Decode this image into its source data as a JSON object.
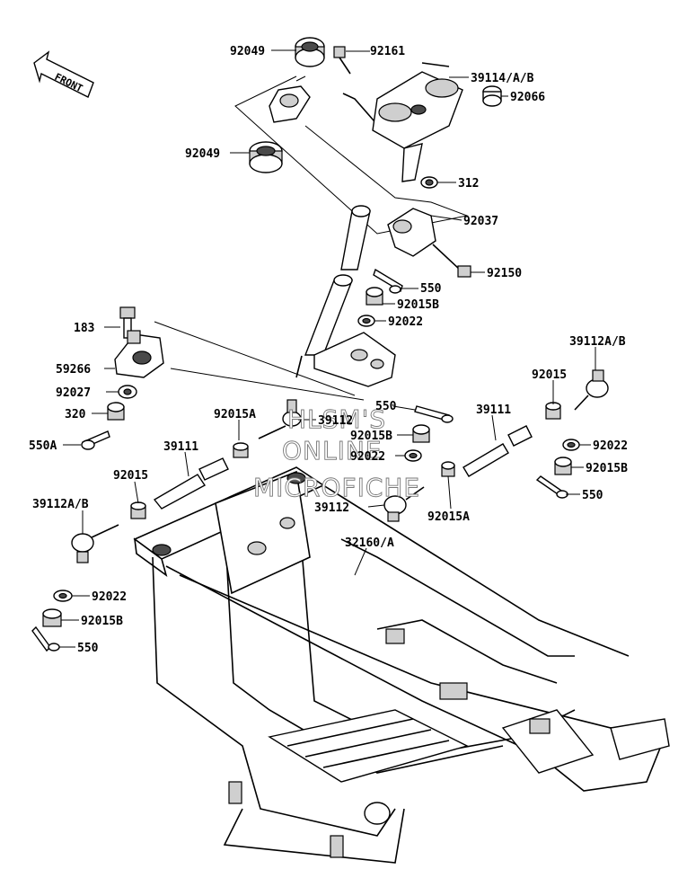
{
  "front_arrow": {
    "label": "FRONT",
    "icon": "front-arrow-icon"
  },
  "watermark": {
    "line1": "HLSM'S",
    "line2": "ONLINE",
    "line3": "MICROFICHE"
  },
  "labels": {
    "l92049a": "92049",
    "l92161": "92161",
    "l39114": "39114/A/B",
    "l92066": "92066",
    "l92049b": "92049",
    "l312": "312",
    "l92037": "92037",
    "l550a": "550",
    "l92150": "92150",
    "l92015b_top": "92015B",
    "l92022_top": "92022",
    "l183": "183",
    "l59266": "59266",
    "l92027": "92027",
    "l320": "320",
    "l550A": "550A",
    "l92015A_left": "92015A",
    "l39112_mid": "39112",
    "l550_mid": "550",
    "l92015B_mid": "92015B",
    "l92022_mid": "92022",
    "l39111_left": "39111",
    "l39111_right": "39111",
    "l92015_left": "92015",
    "l92015_right": "92015",
    "l39112AB_right": "39112A/B",
    "l92022_right": "92022",
    "l92015B_right": "92015B",
    "l550_right": "550",
    "l39112AB_left": "39112A/B",
    "l39112_low": "39112",
    "l92015A_right": "92015A",
    "l32160": "32160/A",
    "l92022_bl": "92022",
    "l92015B_bl": "92015B",
    "l550_bl": "550"
  }
}
